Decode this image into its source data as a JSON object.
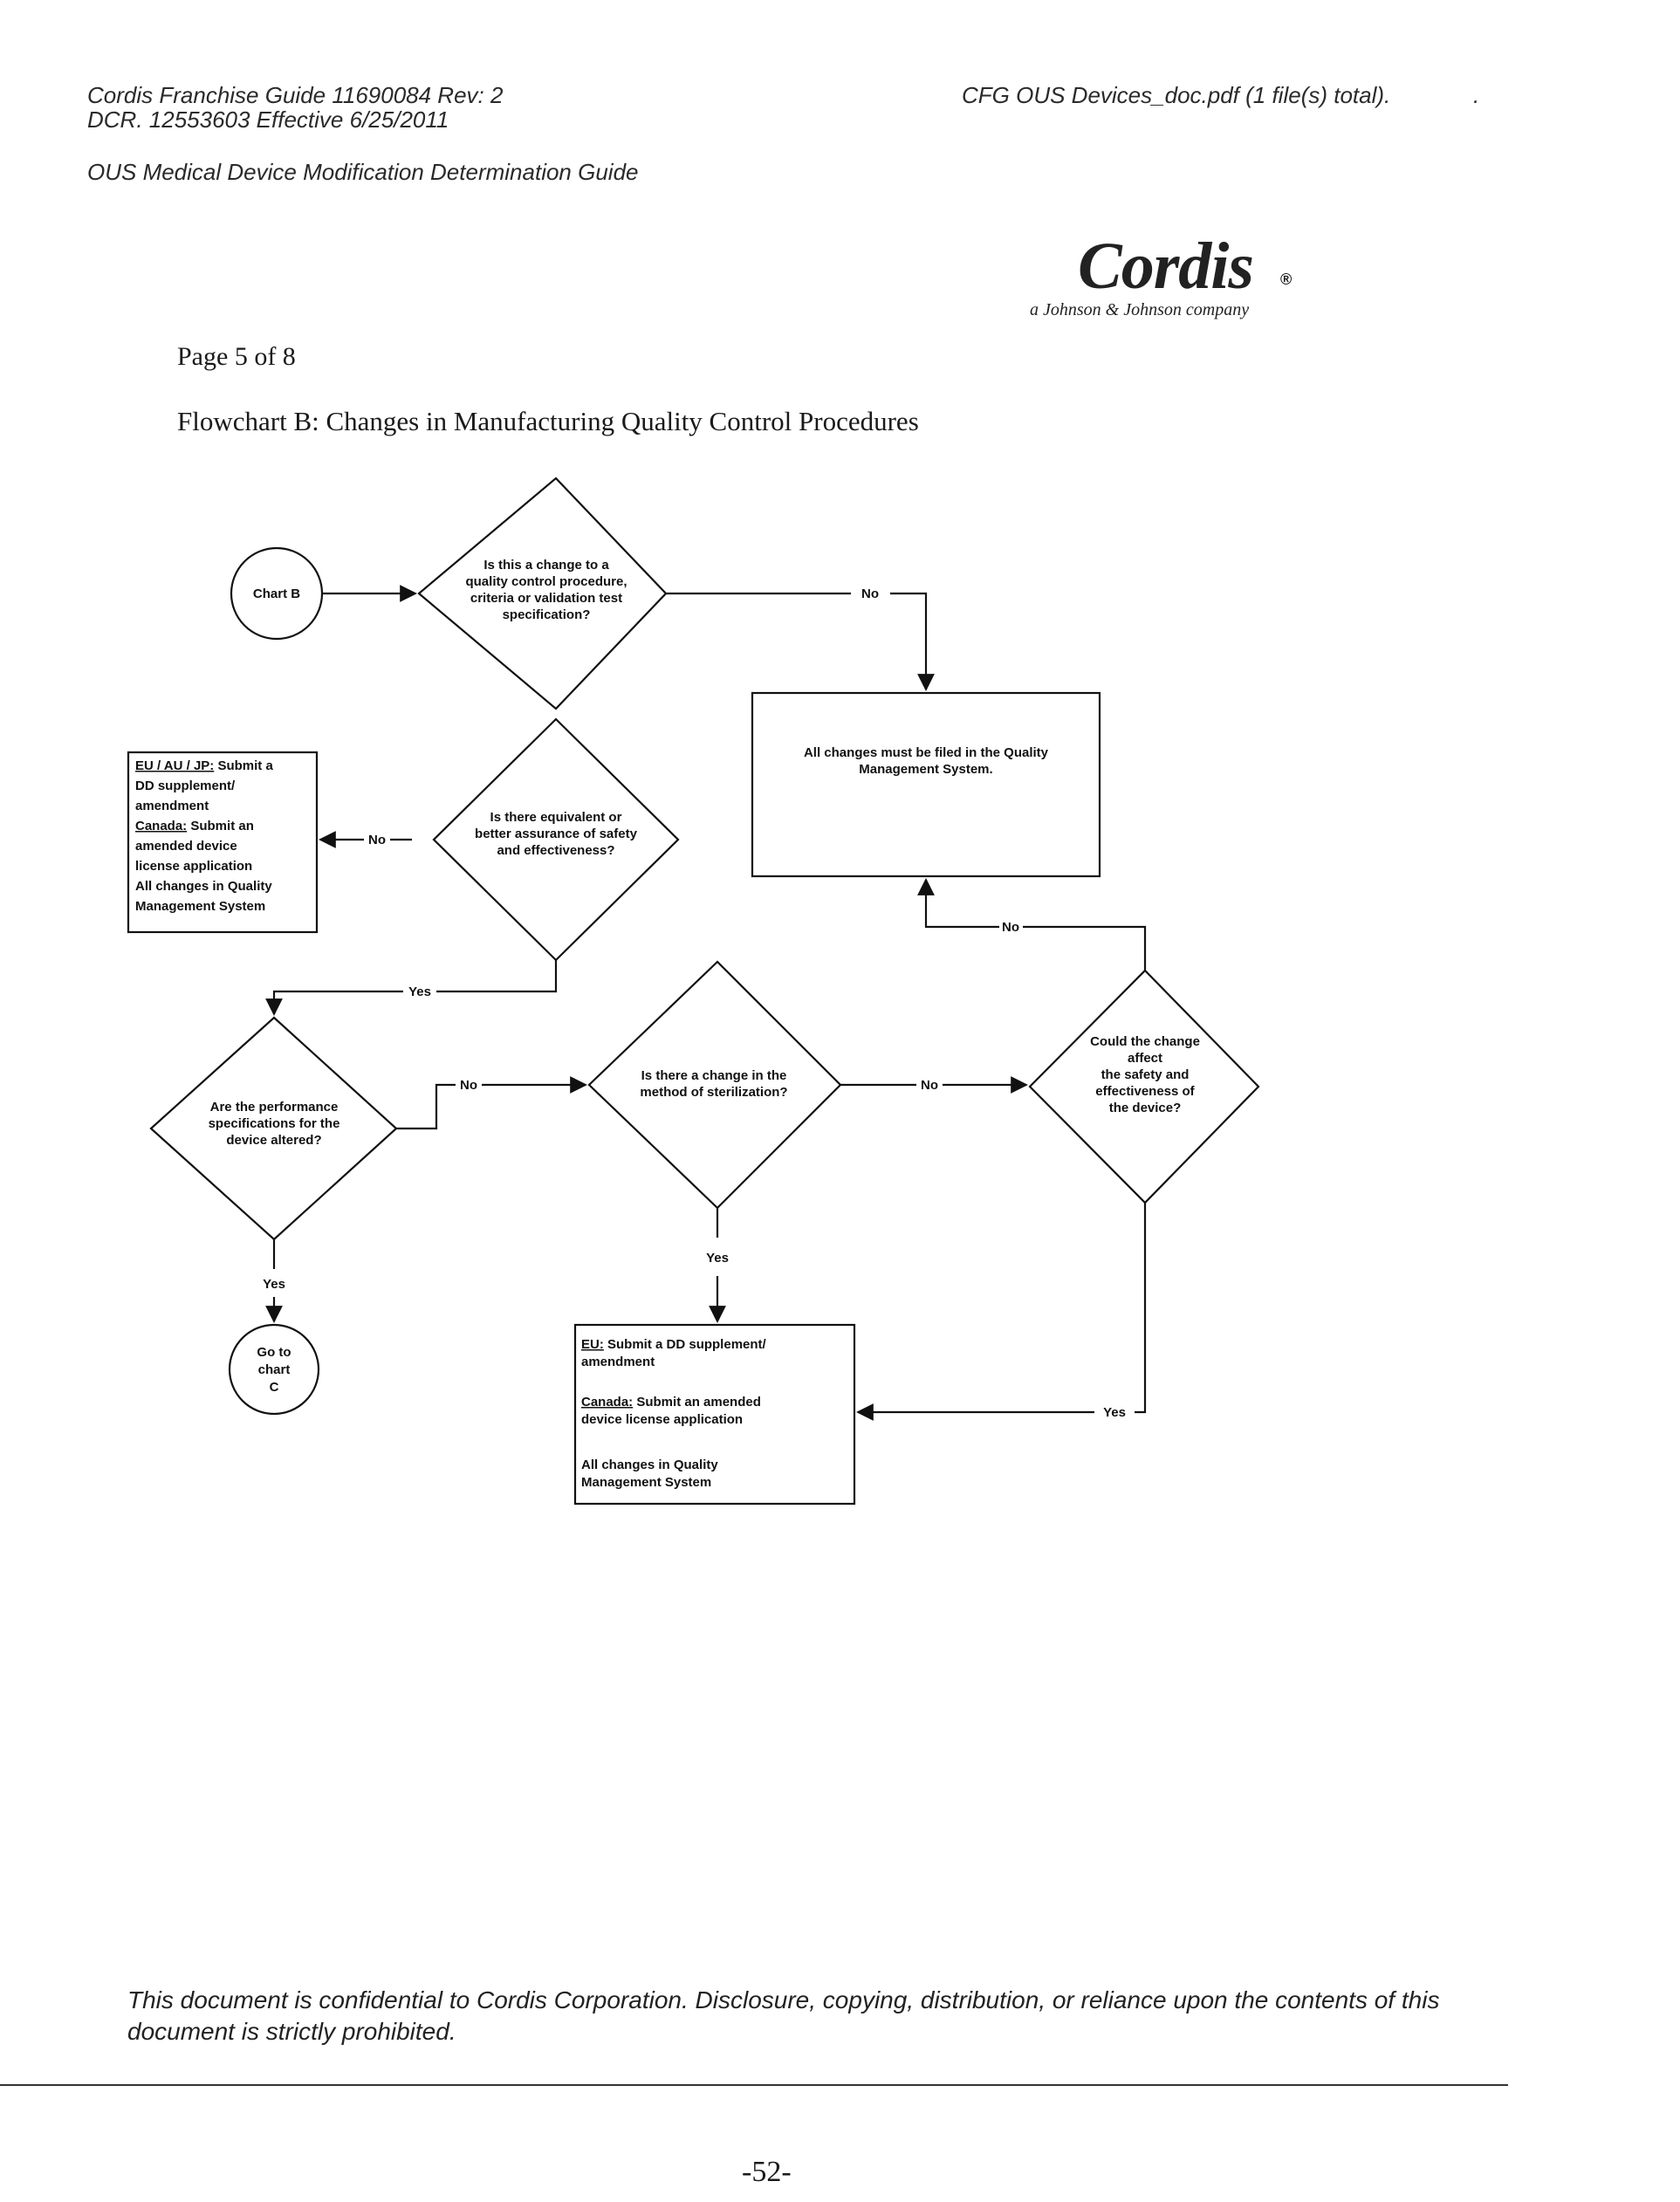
{
  "header": {
    "left_line1": "Cordis Franchise Guide 11690084 Rev: 2",
    "left_line2": "DCR. 12553603 Effective 6/25/2011",
    "right": "CFG OUS Devices_doc.pdf (1 file(s) total).",
    "right_dot": ".",
    "guide_title": "OUS Medical Device Modification Determination Guide"
  },
  "logo": {
    "name": "Cordis",
    "registered": "®",
    "tagline": "a Johnson & Johnson company"
  },
  "page_label": "Page 5 of 8",
  "flowchart": {
    "title": "Flowchart B: Changes in Manufacturing Quality Control Procedures",
    "start": "Chart B",
    "d1": [
      "Is this a change to a",
      "quality control procedure,",
      "criteria or validation test",
      "specification?"
    ],
    "d2": [
      "Is there equivalent or",
      "better assurance of safety",
      "and effectiveness?"
    ],
    "d3": [
      "Are the performance",
      "specifications for the",
      "device altered?"
    ],
    "d4": [
      "Is there a change in the",
      "method of sterilization?"
    ],
    "d5": [
      "Could the change",
      "affect",
      "the safety and",
      "effectiveness of",
      "the device?"
    ],
    "box_qms": [
      "All changes must be filed in the Quality",
      "Management System."
    ],
    "box_left": {
      "eu_label": "EU / AU / JP:",
      "eu_text": " Submit a",
      "eu_lines": [
        "DD supplement/",
        "amendment"
      ],
      "canada_label": "Canada:",
      "canada_text": " Submit an",
      "canada_lines": [
        "amended device",
        "license application"
      ],
      "qms_lines": [
        "All changes in Quality",
        "Management System"
      ]
    },
    "box_bottom": {
      "eu_label": "EU:",
      "eu_text": " Submit a DD supplement/",
      "eu_line2": "amendment",
      "canada_label": "Canada:",
      "canada_text": " Submit an amended",
      "canada_line2": "device license application",
      "qms_lines": [
        "All changes in Quality",
        "Management System"
      ]
    },
    "goto": [
      "Go to",
      "chart",
      "C"
    ],
    "labels": {
      "no": "No",
      "yes": "Yes"
    }
  },
  "footer": {
    "confidential": "This document is confidential to Cordis Corporation. Disclosure, copying, distribution, or reliance upon the contents of this document is strictly prohibited.",
    "page_number": "-52-"
  }
}
